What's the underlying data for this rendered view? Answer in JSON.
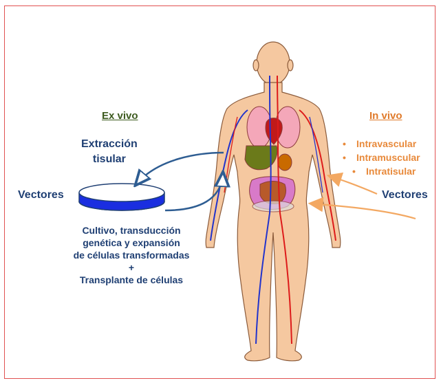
{
  "ex_vivo": {
    "heading": "Ex vivo",
    "extraction": [
      "Extracción",
      "tisular"
    ],
    "vectors": "Vectores",
    "description": [
      "Cultivo, transducción",
      "genética y expansión",
      "de células transformadas",
      "+",
      "Transplante de células"
    ]
  },
  "in_vivo": {
    "heading": "In vivo",
    "routes": [
      "Intravascular",
      "Intramuscular",
      "Intratisular"
    ],
    "bullet": "•",
    "vectors": "Vectores"
  },
  "colors": {
    "ex_vivo_heading": "#3c5a1e",
    "in_vivo_heading": "#e07a2a",
    "navy_text": "#1f3f73",
    "orange_arrow": "#f3a862",
    "blue_arrow": "#2e5d92",
    "skin": "#f5c8a0",
    "vein": "#2233cc",
    "artery": "#dd1a1a",
    "frame_border": "#e05050"
  }
}
